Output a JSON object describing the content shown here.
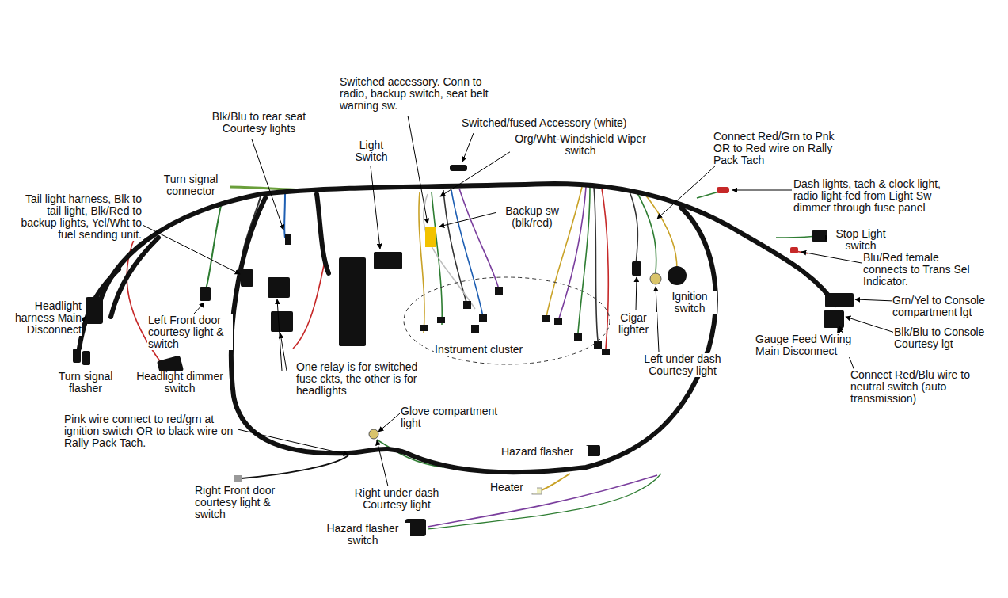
{
  "diagram": {
    "labels": [
      "Switched accessory. Conn to radio, backup switch, seat belt warning sw.",
      "Blk/Blu to rear seat Courtesy lights",
      "Switched/fused Accessory (white)",
      "Org/Wht-Windshield Wiper switch",
      "Light Switch",
      "Connect Red/Grn to Pnk OR to Red wire on Rally Pack Tach",
      "Turn signal connector",
      "Dash lights, tach & clock light, radio light-fed from Light Sw dimmer through fuse panel",
      "Tail light harness, Blk to tail light, Blk/Red to backup lights, Yel/Wht to fuel sending unit.",
      "Backup sw (blk/red)",
      "Stop Light switch",
      "Blu/Red female connects to Trans Sel Indicator.",
      "Grn/Yel to Console compartment lgt",
      "Ignition switch",
      "Headlight harness Main Disconnect",
      "Left Front door courtesy light & switch",
      "Cigar lighter",
      "Blk/Blu to Console Courtesy lgt",
      "Gauge Feed Wiring Main Disconnect",
      "Instrument cluster",
      "Left under dash Courtesy light",
      "One relay is for switched fuse ckts, the other is for headlights",
      "Connect Red/Blu wire to neutral switch (auto transmission)",
      "Turn signal flasher",
      "Headlight dimmer switch",
      "Glove compartment light",
      "Pink wire connect to red/grn at ignition switch OR to black wire on Rally Pack Tach.",
      "Hazard flasher",
      "Heater",
      "Right Front door courtesy light & switch",
      "Right under dash Courtesy light",
      "Hazard flasher switch"
    ]
  }
}
